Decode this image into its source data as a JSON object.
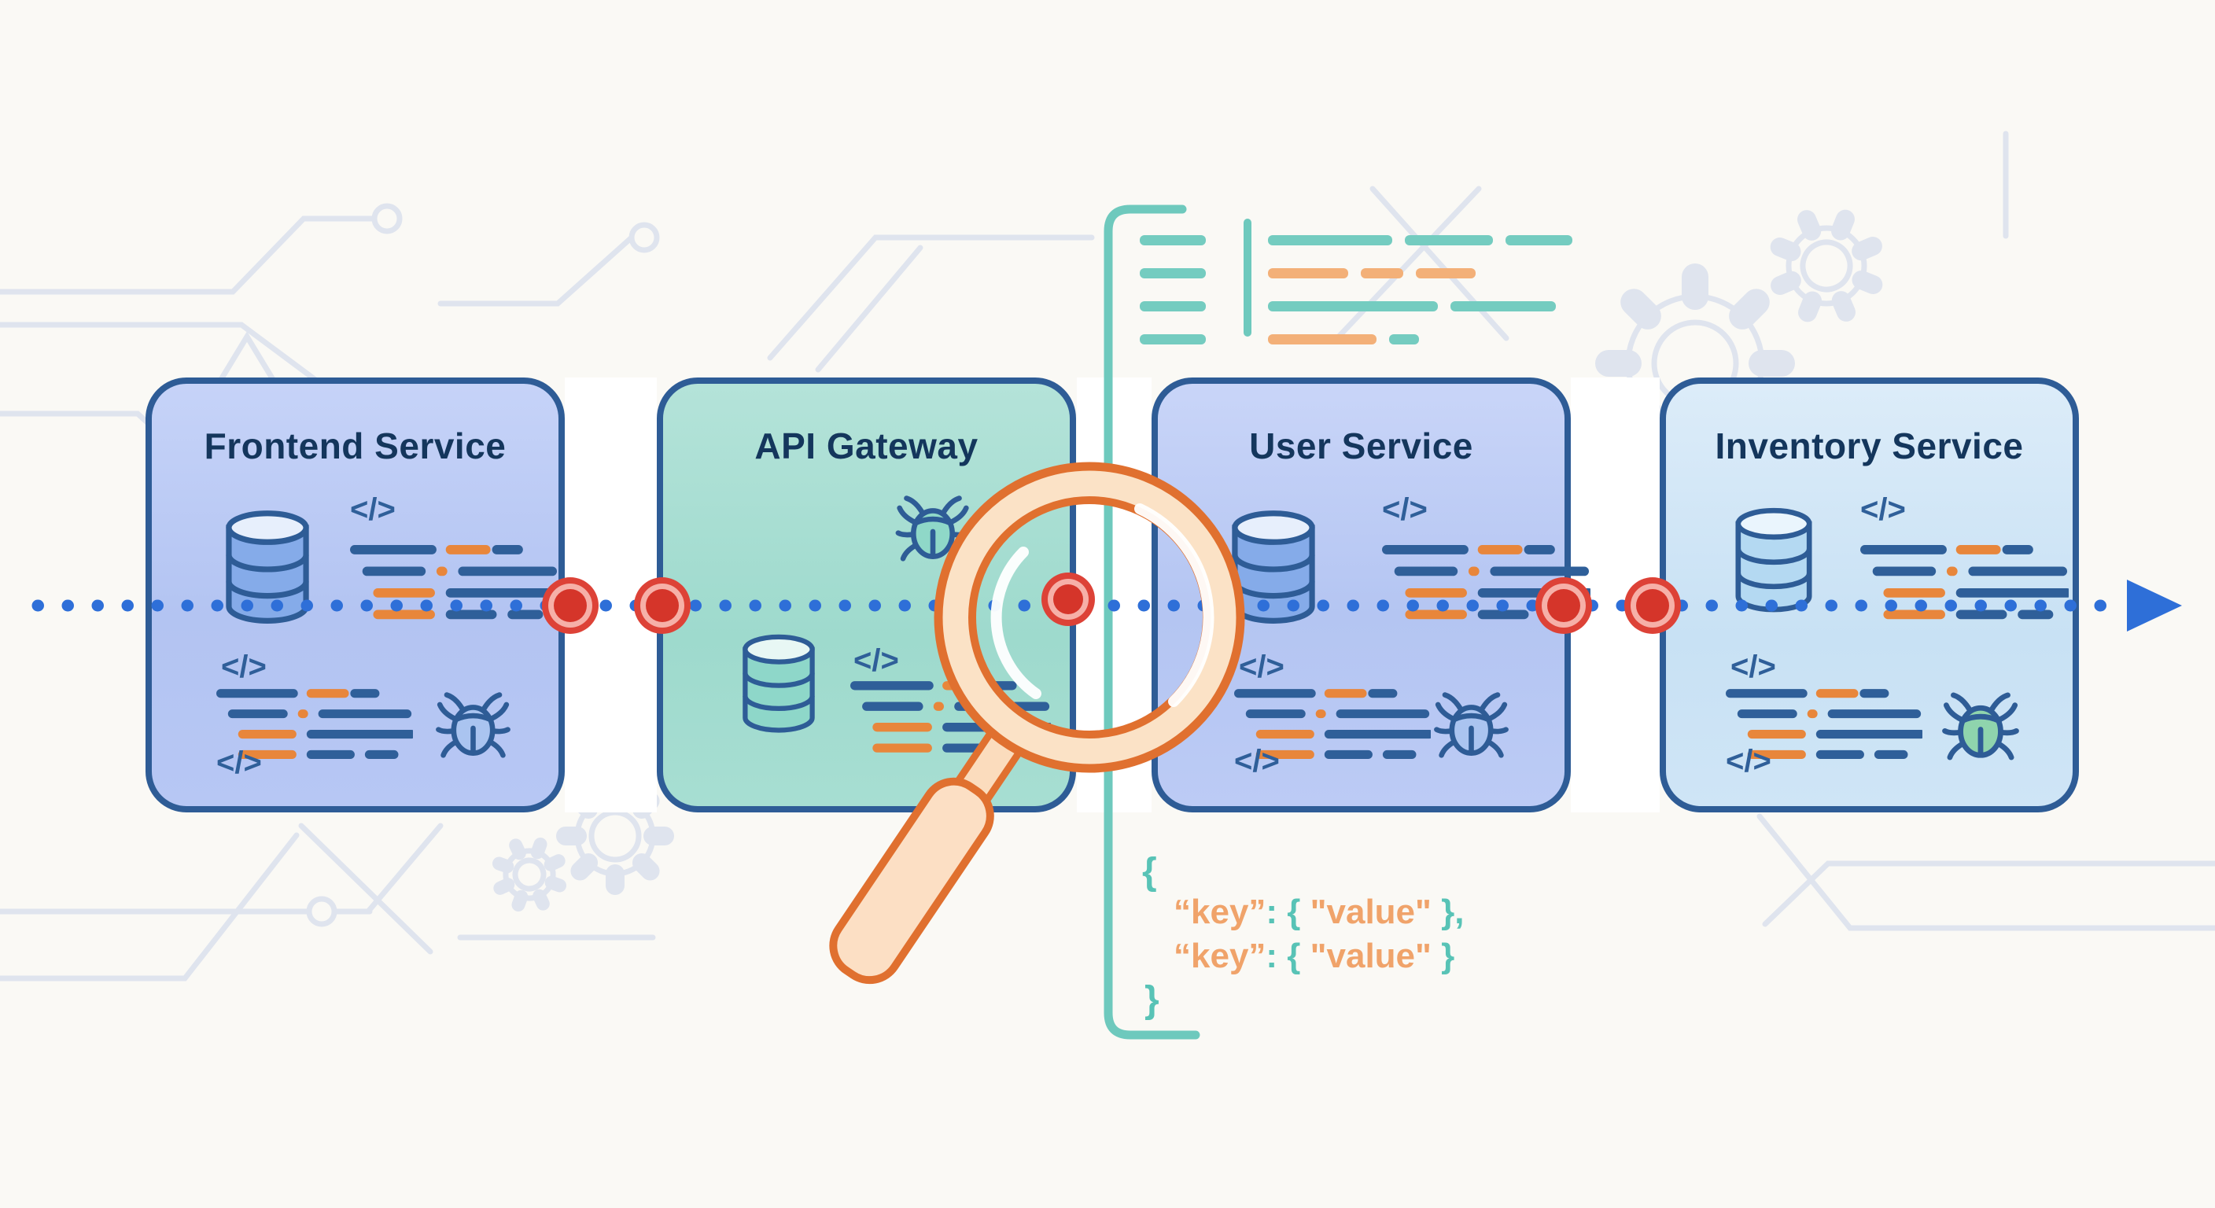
{
  "services": [
    {
      "name": "Frontend Service",
      "fill": "#b7c7f4",
      "icons": [
        "database",
        "code-lines",
        "bug"
      ]
    },
    {
      "name": "API Gateway",
      "fill": "#a7ded2",
      "icons": [
        "bug",
        "database",
        "code-lines"
      ]
    },
    {
      "name": "User Service",
      "fill": "#bccbf5",
      "icons": [
        "database",
        "code-lines",
        "bug"
      ]
    },
    {
      "name": "Inventory Service",
      "fill": "#cfe5f6",
      "icons": [
        "database",
        "code-lines",
        "bug"
      ]
    }
  ],
  "code_glyph": "</>",
  "snippet": {
    "brace_open": "{",
    "lines": [
      {
        "key": "“key”",
        "sep": ": { ",
        "value": "\"value\"",
        "close": " },"
      },
      {
        "key": "“key”",
        "sep": ": { ",
        "value": "\"value\"",
        "close": " }"
      }
    ],
    "brace_close": "}"
  },
  "trace": {
    "dot_count": 5,
    "direction": "left-to-right"
  },
  "decor_icons": [
    "circuit-lines",
    "gear",
    "magnifying-glass",
    "code-panel-bracket"
  ],
  "colors": {
    "box_border": "#2e5c96",
    "title_text": "#14365c",
    "trace_line": "#2e6fd8",
    "trace_dot_red": "#d5352a",
    "magnifier_orange": "#e0702f",
    "magnifier_peach": "#fbe2c6",
    "teal_accent": "#6ec9bd",
    "orange_accent": "#f3b078",
    "code_navy": "#2f5f99",
    "code_orange": "#e8863b",
    "circuit_gray": "#dfe4ee",
    "background": "#faf9f5"
  }
}
